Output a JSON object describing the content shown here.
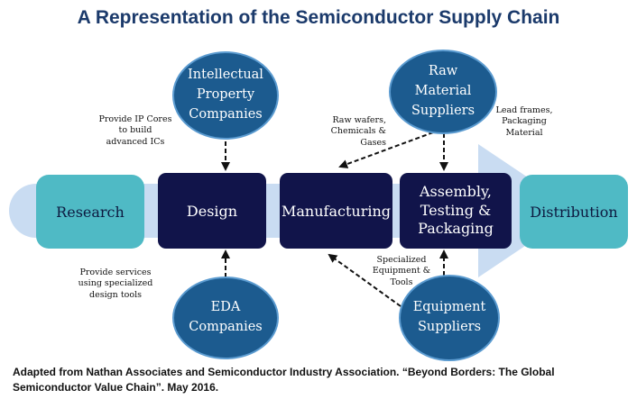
{
  "title": "A Representation of the Semiconductor Supply Chain",
  "stages": {
    "research": "Research",
    "design": "Design",
    "manufacturing": "Manufacturing",
    "assembly": [
      "Assembly,",
      "Testing &",
      "Packaging"
    ],
    "distribution": "Distribution"
  },
  "suppliers": {
    "ip": [
      "Intellectual",
      "Property",
      "Companies"
    ],
    "raw": [
      "Raw",
      "Material",
      "Suppliers"
    ],
    "eda": [
      "EDA",
      "Companies"
    ],
    "equipment": [
      "Equipment",
      "Suppliers"
    ]
  },
  "notes": {
    "ip_cores": [
      "Provide IP Cores",
      "to build",
      "advanced ICs"
    ],
    "raw_wafers": [
      "Raw wafers,",
      "Chemicals &",
      "Gases"
    ],
    "lead_frames": [
      "Lead frames,",
      "Packaging",
      "Material"
    ],
    "design_tools": [
      "Provide services",
      "using specialized",
      "design tools"
    ],
    "equipment_tools": [
      "Specialized",
      "Equipment &",
      "Tools"
    ]
  },
  "caption": "Adapted from Nathan Associates and Semiconductor Industry Association. “Beyond Borders: The Global Semiconductor Value Chain”. May 2016.",
  "colors": {
    "title": "#1b3a6b",
    "arrow_band": "#c9dcf2",
    "teal_box": "#4fbac5",
    "navy_box": "#11144a",
    "circle": "#1c5b8f"
  }
}
